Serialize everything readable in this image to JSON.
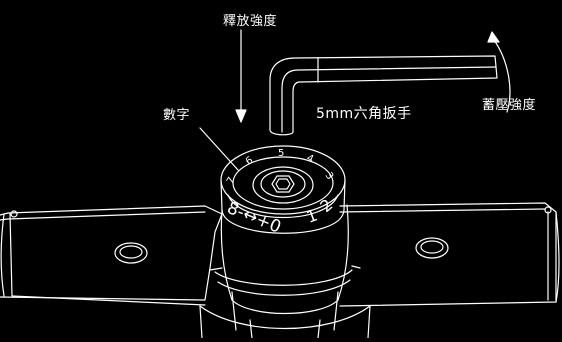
{
  "labels": {
    "release_strength": "釋放強度",
    "hex_wrench": "5mm六角扳手",
    "preload_strength": "蓄壓強度",
    "digits": "數字"
  },
  "dial": {
    "top_numbers": [
      "7",
      "6",
      "5",
      "4",
      "3"
    ],
    "bottom_text": "8-↔+0",
    "right_numbers": [
      "1",
      "2"
    ]
  },
  "colors": {
    "background": "#000000",
    "line": "#ffffff"
  }
}
